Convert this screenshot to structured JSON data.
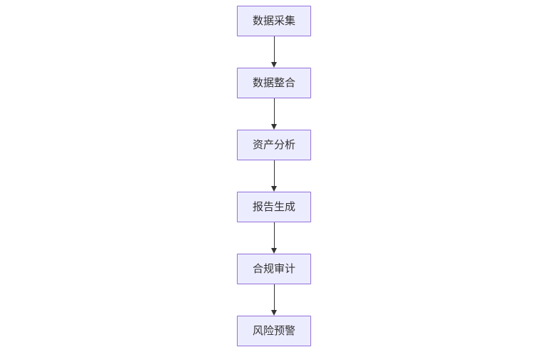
{
  "flowchart": {
    "type": "flowchart",
    "direction": "top-down",
    "nodes": [
      {
        "id": "A",
        "label": "数据采集"
      },
      {
        "id": "B",
        "label": "数据整合"
      },
      {
        "id": "C",
        "label": "资产分析"
      },
      {
        "id": "D",
        "label": "报告生成"
      },
      {
        "id": "E",
        "label": "合规审计"
      },
      {
        "id": "F",
        "label": "风险预警"
      }
    ],
    "edges": [
      {
        "from": "A",
        "to": "B"
      },
      {
        "from": "B",
        "to": "C"
      },
      {
        "from": "C",
        "to": "D"
      },
      {
        "from": "D",
        "to": "E"
      },
      {
        "from": "E",
        "to": "F"
      }
    ],
    "colors": {
      "background": "#FFFFFF",
      "node_fill": "#ECECFF",
      "node_border": "#9370DB",
      "text": "#333333",
      "arrow": "#333333"
    }
  }
}
